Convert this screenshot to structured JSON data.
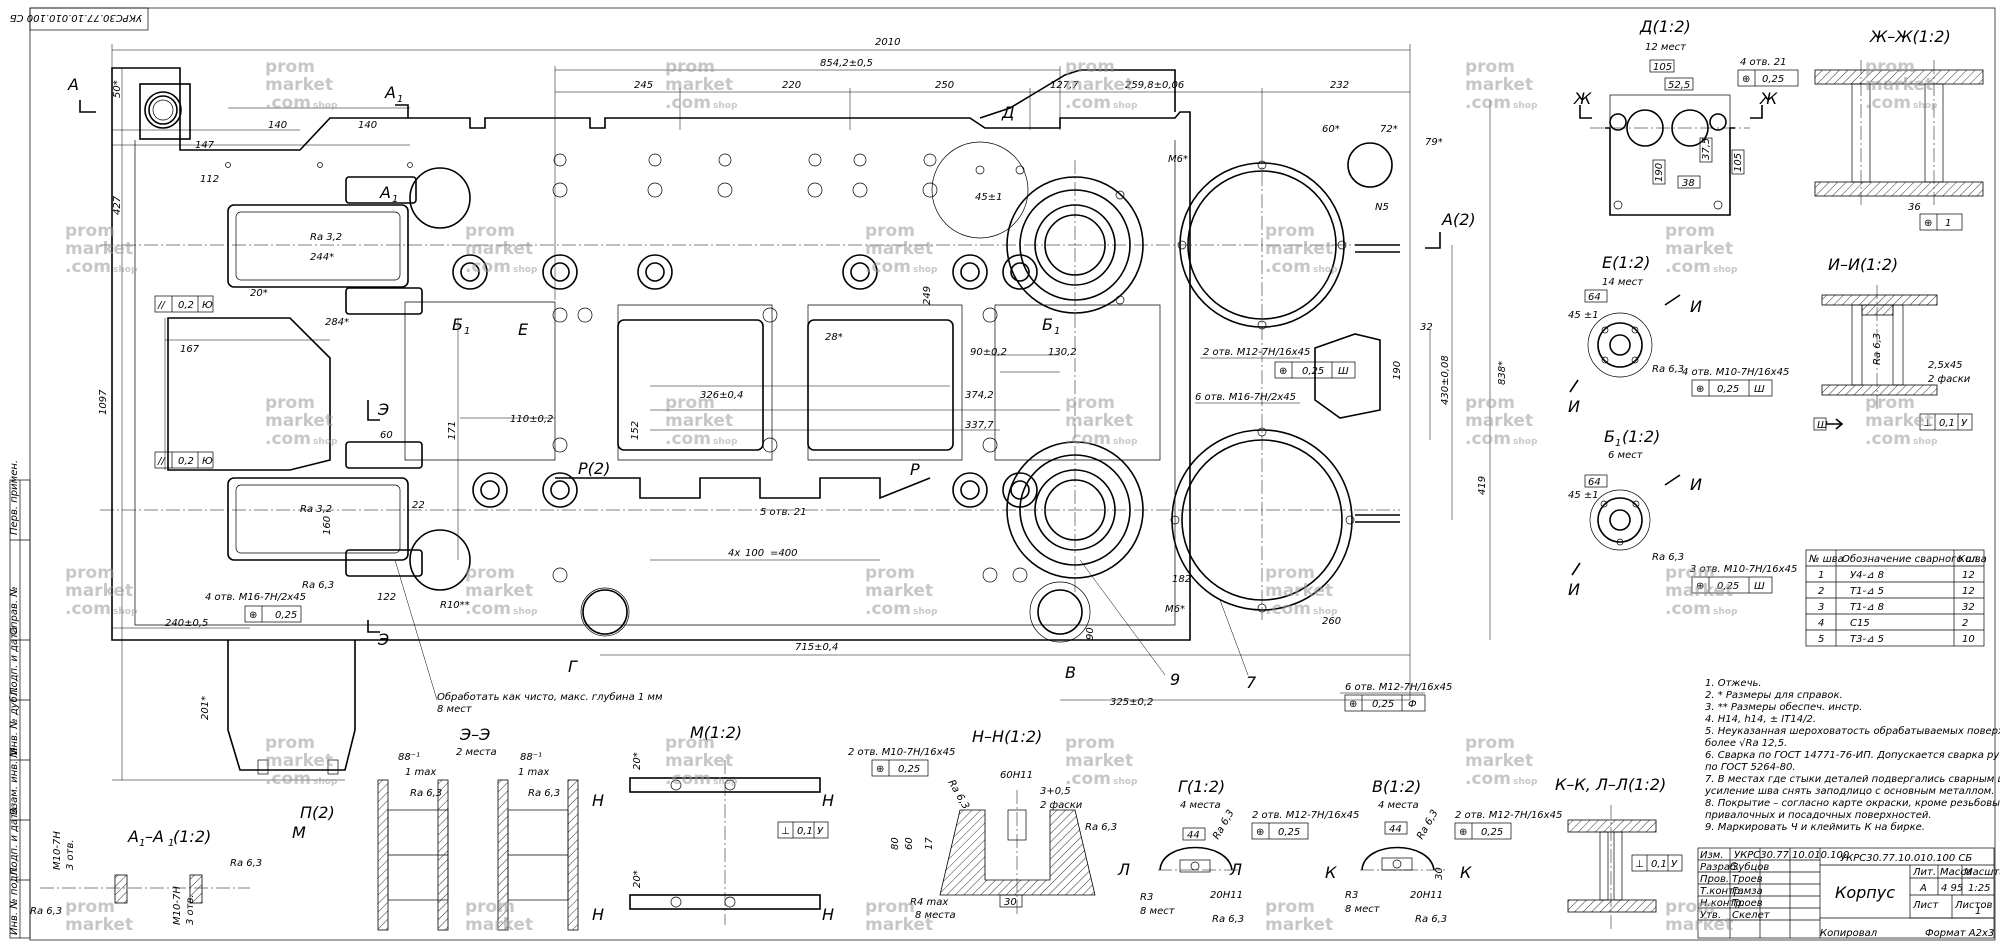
{
  "stamp_top": "УКРС30.77.10.010.100 СБ",
  "overall_dims": {
    "total_length": "2010",
    "d1": "854,2±0,5",
    "d_245": "245",
    "d_220": "220",
    "d_250": "250",
    "d_1277": "127,7",
    "d_2598": "259,8±0,06",
    "d_232": "232",
    "d_2400": "240±0,5",
    "d_7150": "715±0,4",
    "d_3250": "325±0,2",
    "d_167": "167",
    "d_112": "112",
    "d_147": "147",
    "d_140a": "140",
    "d_140b": "140",
    "d_244": "244*",
    "d_284": "284*",
    "d_20": "20*",
    "d_1097": "1097",
    "d_427": "427",
    "d_50": "50*",
    "d_838": "838*",
    "d_419": "419",
    "d_4308": "430±0,08",
    "d_3261": "326±0,4",
    "d_3742": "374,2",
    "d_3377": "337,7",
    "d_1300": "110±0,2",
    "d_902": "90±0,2",
    "d_1302": "130,2",
    "d_171": "171",
    "d_249": "249",
    "d_152": "152",
    "d_28": "28*",
    "d_4x100": "4х",
    "d_100": "100",
    "d_400": "=400",
    "d_32": "32",
    "d_190": "190",
    "d_60": "60",
    "d_122": "122",
    "d_160": "160",
    "d_22": "22",
    "d_201": "201*",
    "d_90": "90",
    "d_182": "182",
    "d_260": "260",
    "d_72": "72*",
    "d_60deg": "60*",
    "d_79": "79*",
    "d_45": "45±1",
    "d_M6a": "М6*",
    "d_M6b": "М6*",
    "d_N5": "N5",
    "d_R10": "R10**"
  },
  "ra_marks": {
    "ra32a": "Ra 3,2",
    "ra32b": "Ra 3,2",
    "ra63": "Ra 6,3"
  },
  "tolerances": {
    "parallel_1": "0,2",
    "parallel_1_base": "Ю",
    "parallel_2": "0,2",
    "parallel_2_base": "Ю",
    "pos_025": "0,25",
    "pos_025_base": "Ш",
    "pos_025_f": "Ф",
    "perp_01": "0,1",
    "perp_01_base": "У"
  },
  "section_labels": {
    "A": "A",
    "A1": "A",
    "A1_sub": "1",
    "B1": "Б",
    "B1_sub": "1",
    "E": "Е",
    "E_sec": "Э",
    "P2": "Р(2)",
    "P": "Р",
    "D": "Д",
    "G": "Г",
    "V": "В",
    "A2": "A(2)",
    "P_bottom": "П(2)",
    "M": "М",
    "callout_9": "9",
    "callout_7": "7"
  },
  "hole_notes": {
    "n1": "2 отв. М12-7Н/16х45",
    "n2": "6 отв. М16-7Н/2х45",
    "n3": "5 отв. 21",
    "n4": "4 отв. М16-7Н/2х45",
    "n5": "6 отв. М12-7Н/16х45",
    "n6": "Обработать как чисто, макс. глубина 1 мм",
    "n6b": "8 мест"
  },
  "views": {
    "d": {
      "title": "Д(1:2)",
      "sub": "12 мест",
      "d105": "105",
      "d525": "52,5",
      "d190": "190",
      "d375": "37,5",
      "d38": "38",
      "d105b": "105",
      "holes": "4 отв. 21",
      "cut": "Ж"
    },
    "zh": {
      "title": "Ж–Ж(1:2)",
      "d36": "36",
      "tol": "1"
    },
    "e": {
      "title": "Е(1:2)",
      "sub": "14 мест",
      "d64": "64",
      "d45": "45 ±1",
      "holes": "4 отв. М10-7Н/16х45",
      "ra": "Ra 6,3",
      "cut": "И"
    },
    "b1": {
      "title": "Б",
      "title_sub": "1",
      "title_scale": "(1:2)",
      "sub": "6 мест",
      "d64": "64",
      "d45": "45 ±1",
      "holes": "3 отв. М10-7Н/16х45",
      "ra": "Ra 6,3",
      "cut": "И"
    },
    "ii": {
      "title": "И–И(1:2)",
      "chamfer": "2,5х45",
      "chamfer2": "2 фаски",
      "ra": "Ra 6,3",
      "tol": "0,1",
      "tol_base": "У"
    },
    "ee": {
      "title": "Э–Э",
      "sub": "2 места",
      "d88a": "88⁻¹",
      "d88b": "88⁻¹",
      "t1": "1 max",
      "t2": "1 max",
      "ra1": "Ra 6,3",
      "ra2": "Ra 6,3"
    },
    "m": {
      "title": "М(1:2)",
      "d20a": "20*",
      "d20b": "20*",
      "cut": "Н",
      "tol": "0,1",
      "tol_base": "У"
    },
    "nn": {
      "title": "Н–Н(1:2)",
      "holes": "2 отв. М10-7Н/16х45",
      "d60": "60Н11",
      "d345": "3+0,5",
      "chamfer": "2 фаски",
      "ra1": "Ra 6,3",
      "ra2": "Ra 6,3",
      "d80": "80",
      "d60b": "60",
      "d17": "17",
      "d30": "30",
      "r4": "R4 max",
      "sub": "8 места",
      "tol": "0,25"
    },
    "g": {
      "title": "Г(1:2)",
      "sub": "4 места",
      "holes": "2 отв. М12-7Н/16х45",
      "d44": "44",
      "r3": "R3",
      "sub2": "8 мест",
      "d20": "20Н11",
      "ra": "Ra 6,3",
      "cut": "Л"
    },
    "v": {
      "title": "В(1:2)",
      "sub": "4 места",
      "holes": "2 отв. М12-7Н/16х45",
      "d44": "44",
      "r3": "R3",
      "sub2": "8 мест",
      "d20": "20Н11",
      "ra": "Ra 6,3",
      "cut": "К",
      "d30": "30"
    },
    "kk": {
      "title": "К–К, Л–Л(1:2)",
      "tol": "0,1",
      "tol_base": "У"
    },
    "a1a1": {
      "title": "A",
      "title_sub": "1",
      "title_tail": "–A",
      "title_sub2": "1",
      "title_scale": "(1:2)",
      "thread1": "М10-7Н",
      "thread2": "М10-7Н",
      "n1": "3 отв.",
      "n2": "3 отв.",
      "ra": "Ra 6,3"
    }
  },
  "weld_table": {
    "headers": [
      "№ шва",
      "Обозначение сварного шва",
      "Кол."
    ],
    "rows": [
      [
        "1",
        "У4-⊿ 8",
        "12"
      ],
      [
        "2",
        "Т1-⊿ 5",
        "12"
      ],
      [
        "3",
        "Т1-⊿ 8",
        "32"
      ],
      [
        "4",
        "С15",
        "2"
      ],
      [
        "5",
        "Т3-⊿ 5",
        "10"
      ]
    ]
  },
  "tech_notes": [
    "1. Отжечь.",
    "2. * Размеры для справок.",
    "3. ** Размеры обеспеч. инстр.",
    "4. Н14, h14, ± IT14/2.",
    "5. Неуказанная шероховатость обрабатываемых поверхностей не",
    "   более √Ra 12,5.",
    "6. Сварка по ГОСТ 14771-76-ИП. Допускается сварка ручная дуговая",
    "   по ГОСТ 5264-80.",
    "7. В местах где стыки деталей подвергались сварным швы,",
    "   усиление шва снять заподлицо с основным металлом.",
    "8. Покрытие – согласно карте окраски, кроме резьбовых,",
    "   привалочных и посадочных поверхностей.",
    "9. Маркировать Ч и клеймить К на бирке."
  ],
  "title_block": {
    "designation": "УКРС30.77.10.010.100 СБ",
    "name": "Корпус",
    "lit_label": "Лит.",
    "mass_label": "Масса",
    "scale_label": "Масштаб",
    "lit": "А",
    "mass": "4 95",
    "scale": "1:25",
    "sheet_label": "Лист",
    "sheets_label": "Листов",
    "sheets": "1",
    "copied": "Копировал",
    "format": "Формат A2x3",
    "rows": [
      "Изм.",
      "Разраб.",
      "Пров.",
      "Т.контр.",
      "Н.контр.",
      "Утв."
    ],
    "names": [
      "",
      "Зубцов",
      "Троев",
      "Гамза",
      "Троев",
      "Скелет"
    ],
    "docnum": "УКРС30.77.10.010.100"
  },
  "left_margin": [
    "Перв. примен.",
    "Справ. №",
    "Подп. и дата",
    "Инв. № дубл.",
    "Взам. инв. №",
    "Подп. и дата",
    "Инв. № подл."
  ],
  "watermark": {
    "line1": "prom",
    "line2": "market",
    "line3": ".com",
    "shop": "shop"
  }
}
